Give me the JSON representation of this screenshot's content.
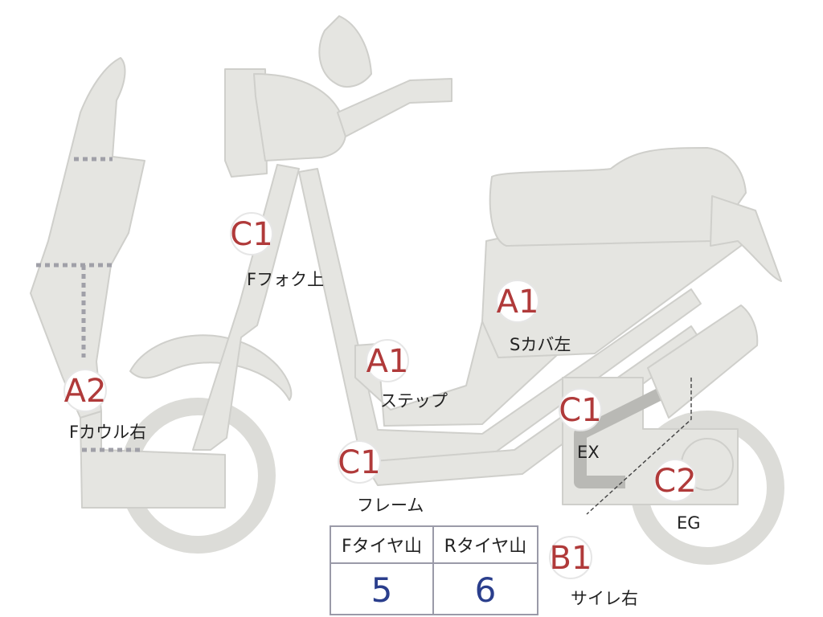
{
  "badges": [
    {
      "id": "fork",
      "grade": "C1",
      "label": "Fフォク上"
    },
    {
      "id": "cowl",
      "grade": "A2",
      "label": "Fカウル右"
    },
    {
      "id": "step",
      "grade": "A1",
      "label": "ステップ"
    },
    {
      "id": "scover",
      "grade": "A1",
      "label": "Sカバ左"
    },
    {
      "id": "frame",
      "grade": "C1",
      "label": "フレーム"
    },
    {
      "id": "ex",
      "grade": "C1",
      "label": "EX"
    },
    {
      "id": "eg",
      "grade": "C2",
      "label": "EG"
    },
    {
      "id": "muffler",
      "grade": "B1",
      "label": "サイレ右"
    }
  ],
  "tire_table": {
    "front_label": "Fタイヤ山",
    "rear_label": "Rタイヤ山",
    "front_value": "5",
    "rear_value": "6"
  },
  "colors": {
    "grade_text": "#b03a3a",
    "tire_value_text": "#2a3e8c",
    "body_fill": "#e5e5e1"
  }
}
